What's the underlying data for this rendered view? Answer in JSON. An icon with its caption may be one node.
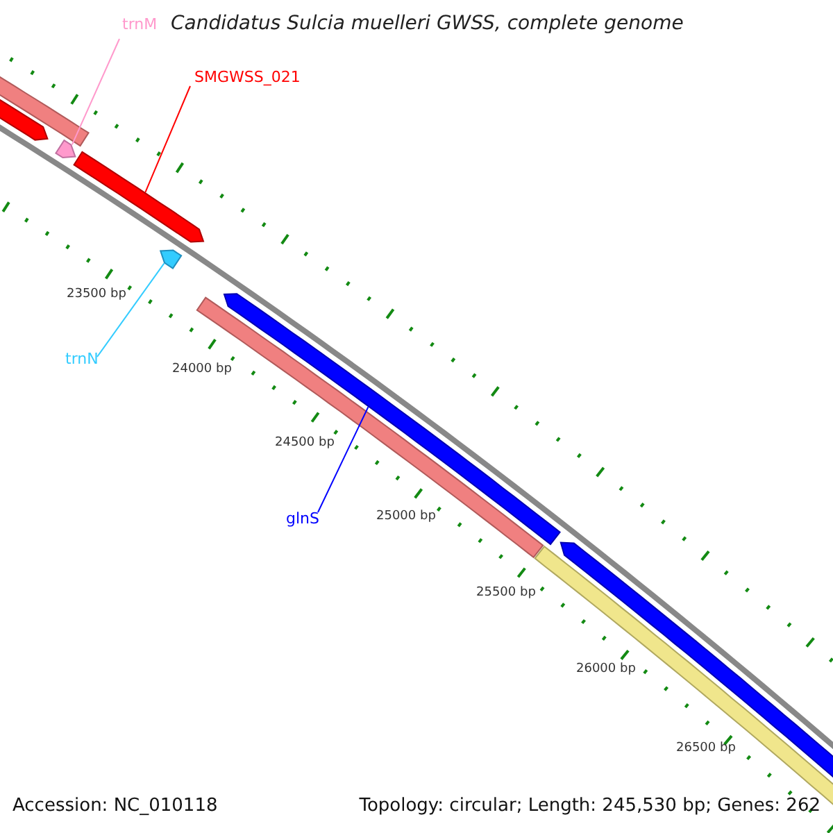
{
  "diagram": {
    "title": "Candidatus Sulcia muelleri GWSS, complete genome",
    "nodes": [
      {
        "text": [
          "trnM"
        ]
      },
      {
        "text": [],
        "shape": "arrow"
      },
      {
        "text": [
          "SMGWSS_021"
        ]
      },
      {
        "text": [],
        "shape": "arrow"
      },
      {
        "text": [
          "trnN"
        ]
      },
      {
        "text": [],
        "shape": "arrow"
      },
      {
        "text": [
          "glnS"
        ]
      },
      {
        "text": [],
        "shape": "arrow"
      }
    ],
    "edges": [
      {
        "from": 0,
        "to": 1,
        "arrow": "none",
        "color": "#ff99cc"
      },
      {
        "from": 2,
        "to": 3,
        "arrow": "none",
        "color": "#ff0000"
      },
      {
        "from": 4,
        "to": 5,
        "arrow": "none",
        "color": "#33ccff"
      },
      {
        "from": 6,
        "to": 7,
        "arrow": "none",
        "color": "#0000ff"
      }
    ],
    "labels": [
      "23500 bp",
      "24000 bp",
      "24500 bp",
      "25000 bp",
      "25500 bp",
      "26000 bp",
      "26500 bp",
      "Accession: NC_010118",
      "Topology: circular; Length: 245,530 bp; Genes: 262"
    ]
  }
}
